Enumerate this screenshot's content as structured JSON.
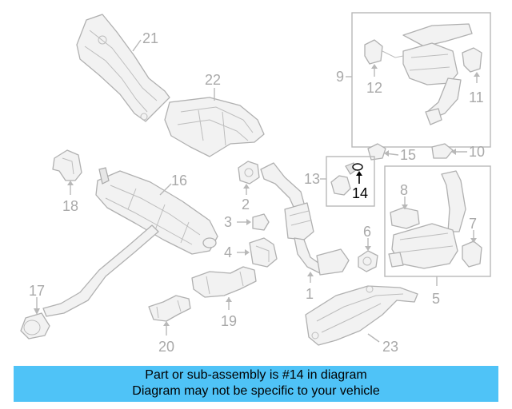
{
  "callouts": {
    "c1": "1",
    "c2": "2",
    "c3": "3",
    "c4": "4",
    "c5": "5",
    "c6": "6",
    "c7": "7",
    "c8": "8",
    "c9": "9",
    "c10": "10",
    "c11": "11",
    "c12": "12",
    "c13": "13",
    "c14": "14",
    "c15": "15",
    "c16": "16",
    "c17": "17",
    "c18": "18",
    "c19": "19",
    "c20": "20",
    "c21": "21",
    "c22": "22",
    "c23": "23"
  },
  "highlighted_part": "14",
  "colors": {
    "banner": "#4fc3f7",
    "highlight": "#000000",
    "callout": "#a9a9a9",
    "line": "#b8b8b8"
  },
  "banner": {
    "line1": "Part or sub-assembly is #14 in diagram",
    "line2": "Diagram may not be specific to your vehicle"
  }
}
